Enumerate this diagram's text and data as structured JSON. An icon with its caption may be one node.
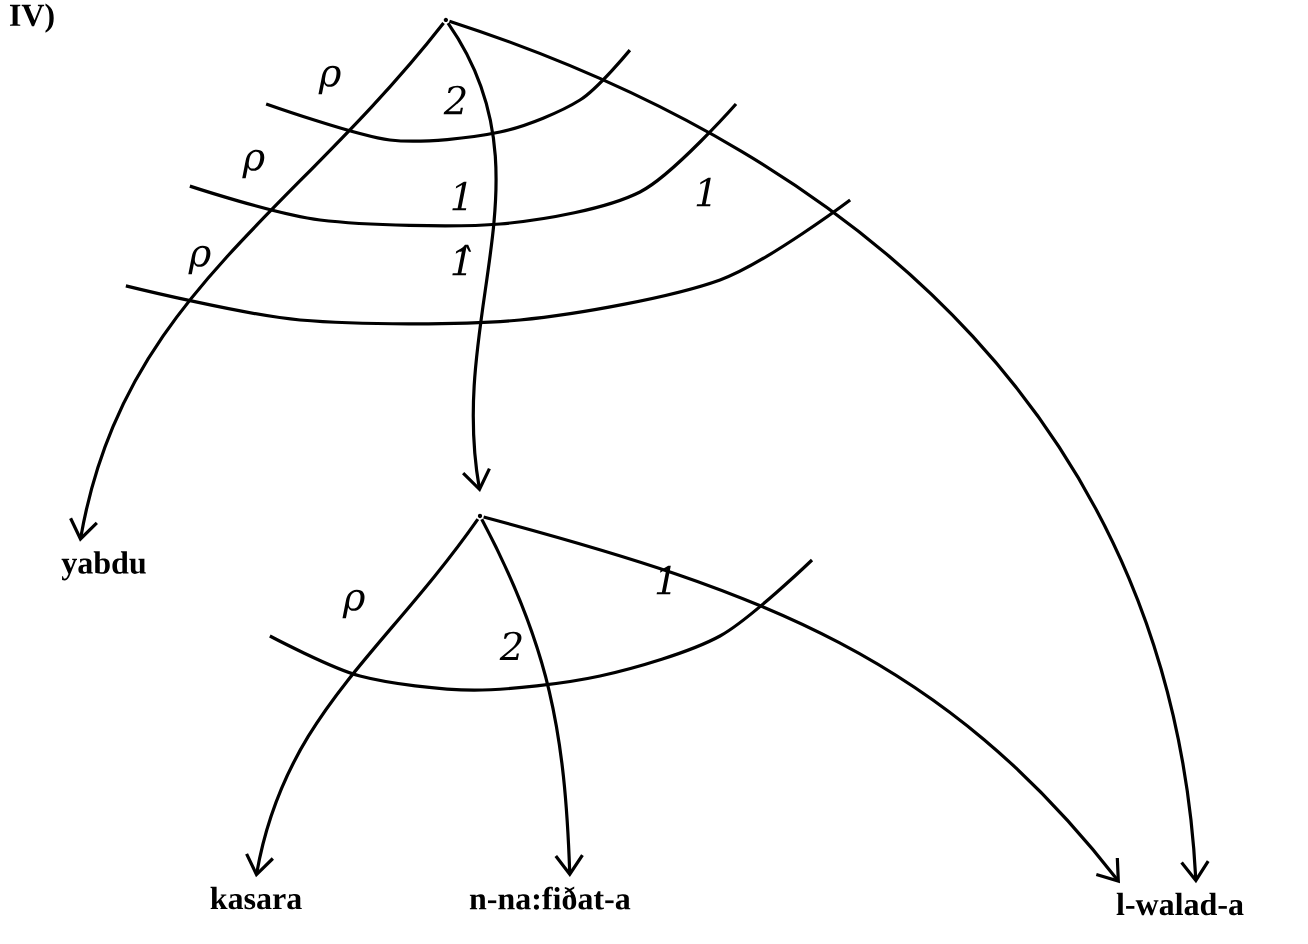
{
  "diagram": {
    "nodes": [
      {
        "text": [],
        "shape": "point"
      },
      {
        "text": [],
        "shape": "point"
      },
      {
        "text": [
          "yabdu"
        ]
      },
      {
        "text": [
          "kasara"
        ]
      },
      {
        "text": [
          "n-na:fiðat-a"
        ]
      },
      {
        "text": [
          "l-walad-a"
        ]
      }
    ],
    "edges": [
      {
        "from": 0,
        "to": 2,
        "arrow": "to"
      },
      {
        "from": 0,
        "to": 1,
        "arrow": "to"
      },
      {
        "from": 0,
        "to": 5,
        "arrow": "to"
      },
      {
        "from": 1,
        "to": 3,
        "arrow": "to"
      },
      {
        "from": 1,
        "to": 4,
        "arrow": "to"
      },
      {
        "from": 1,
        "to": 5,
        "arrow": "to"
      }
    ],
    "labels": [
      "IV)",
      "ρ",
      "2",
      "ρ",
      "1",
      "1",
      "ρ",
      "1̂",
      "ρ",
      "1",
      "2"
    ]
  }
}
